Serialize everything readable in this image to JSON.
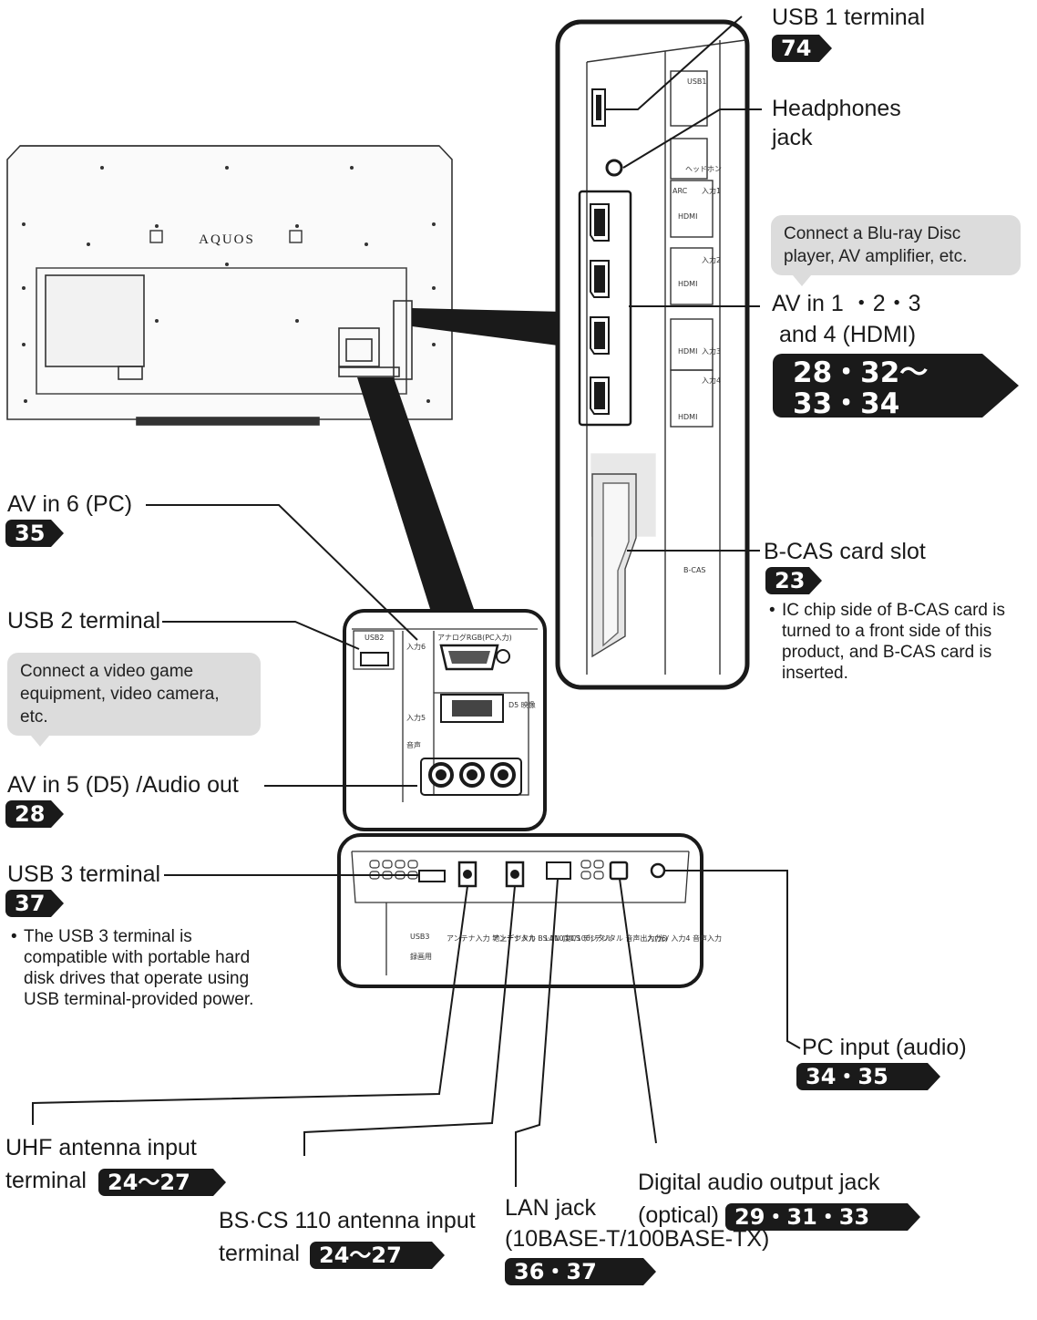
{
  "brand": "AQUOS",
  "labels": {
    "usb1": "USB 1 terminal",
    "headphones_1": "Headphones",
    "headphones_2": "jack",
    "av_hdmi_1": "AV in 1 ・2・3",
    "av_hdmi_2": "and 4 (HDMI)",
    "bcas": "B-CAS card slot",
    "av6": "AV in 6 (PC)",
    "usb2": "USB 2 terminal",
    "av5": "AV in 5 (D5) /Audio out",
    "usb3": "USB 3 terminal",
    "pc_audio": "PC input (audio)",
    "uhf_1": "UHF antenna input",
    "uhf_2": "terminal",
    "bscs_1": "BS·CS 110 antenna input",
    "bscs_2": "terminal",
    "digital_1": "Digital audio output jack",
    "digital_2": "(optical)",
    "lan_1": "LAN jack",
    "lan_2": "(10BASE-T/100BASE-TX)"
  },
  "callouts": {
    "hdmi_devices": "Connect a Blu-ray Disc player, AV amplifier, etc.",
    "d5_devices": "Connect a video game equipment, video camera, etc."
  },
  "notes": {
    "bcas": "IC chip side of B-CAS card is turned to a front side of this product, and B-CAS card is inserted.",
    "usb3": "The USB 3 terminal is compatible with portable hard disk drives that operate using USB terminal-provided power."
  },
  "pages": {
    "usb1": "74",
    "hdmi": "28・32〜33・34",
    "bcas": "23",
    "av6": "35",
    "av5": "28",
    "usb3": "37",
    "pc_audio": "34・35",
    "uhf": "24〜27",
    "bscs": "24〜27",
    "digital": "29・31・33",
    "lan": "36・37"
  },
  "panel_labels": {
    "usb1": "USB1",
    "headphone": "ヘッドホン",
    "arc": "ARC",
    "in1": "入力1",
    "in2": "入力2",
    "in3": "入力3",
    "in4": "入力4",
    "hdmi": "HDMI",
    "bcas": "B-CAS",
    "usb2": "USB2",
    "in6": "入力6",
    "rgb": "アナログRGB(PC入力)",
    "d5": "D5 映像",
    "in5": "入力5",
    "audio": "音声",
    "usb3": "USB3",
    "rec": "録画用",
    "ant_uhf": "アンテナ入力 地上デジタル",
    "ant_bs": "アンテナ入力 BS·110度CS デジタル",
    "lan": "LAN (10/100)",
    "digital_out": "デジタル 音声出力(光)",
    "pc_in": "入力6/ 入力4 音声入力"
  },
  "colors": {
    "ink": "#1a1a1a",
    "callout_bg": "#dcdcdc",
    "panel_fill": "#ffffff"
  }
}
